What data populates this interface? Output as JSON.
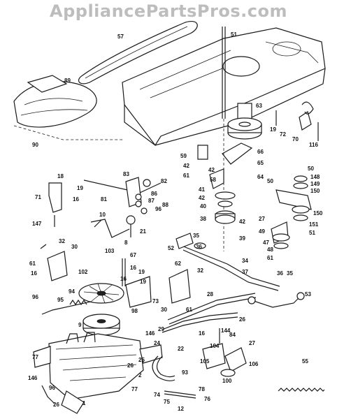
{
  "watermark": "AppliancePartsPros.com",
  "callouts": {
    "belt_top": "57",
    "bracket_top": "51",
    "seat": "89",
    "screw_seat": "90",
    "pulley_center": "63",
    "clip_19": "19",
    "clip_72": "72",
    "spring_70": "70",
    "bolt_116": "116",
    "b59": "59",
    "b42a": "42",
    "b61": "61",
    "b66": "66",
    "b65": "65",
    "b58": "58",
    "b42b": "42",
    "b64": "64",
    "b41": "41",
    "b42c": "42",
    "b40": "40",
    "b38": "38",
    "b42d": "42",
    "b39": "39",
    "b18": "18",
    "b19a": "19",
    "b71": "71",
    "b16a": "16",
    "b147": "147",
    "b83": "83",
    "b82": "82",
    "b81": "81",
    "b86": "86",
    "b87": "87",
    "b88": "88",
    "b96b": "96",
    "b10": "10",
    "b21": "21",
    "b8": "8",
    "b50a": "50",
    "b50b": "50",
    "b148": "148",
    "b149": "149",
    "b150a": "150",
    "b150b": "150",
    "b27a": "27",
    "b151": "151",
    "b49": "49",
    "b47": "47",
    "b51b": "51",
    "b48": "48",
    "b61b": "61",
    "b32a": "32",
    "b30a": "30",
    "b61c": "61",
    "b16b": "16",
    "b35": "35",
    "b36": "36",
    "b52": "52",
    "b103": "103",
    "b102": "102",
    "b67": "67",
    "b34": "34",
    "b37": "37",
    "b62": "62",
    "b32b": "32",
    "b16c": "16",
    "b19b": "19",
    "b73": "73",
    "b98": "98",
    "b94": "94",
    "b30b": "30",
    "b61d": "61",
    "b96": "96",
    "b95": "95",
    "b16d": "16",
    "b19c": "19",
    "b36b": "36",
    "b35b": "35",
    "b53": "53",
    "b28": "28",
    "b26a": "26",
    "b29": "29",
    "b22": "22",
    "b27b": "27",
    "b9": "9",
    "b146a": "146",
    "b25": "25",
    "b24": "24",
    "b26b": "26",
    "b16e": "16",
    "b144": "144",
    "b84": "84",
    "b104": "104",
    "b105": "105",
    "b106": "106",
    "b100": "100",
    "b77a": "77",
    "b146b": "146",
    "b96c": "96",
    "b26c": "26",
    "b1": "1",
    "b2": "2",
    "b93": "93",
    "b77b": "77",
    "b74": "74",
    "b78": "78",
    "b75": "75",
    "b76": "76",
    "b55": "55",
    "b12": "12"
  }
}
